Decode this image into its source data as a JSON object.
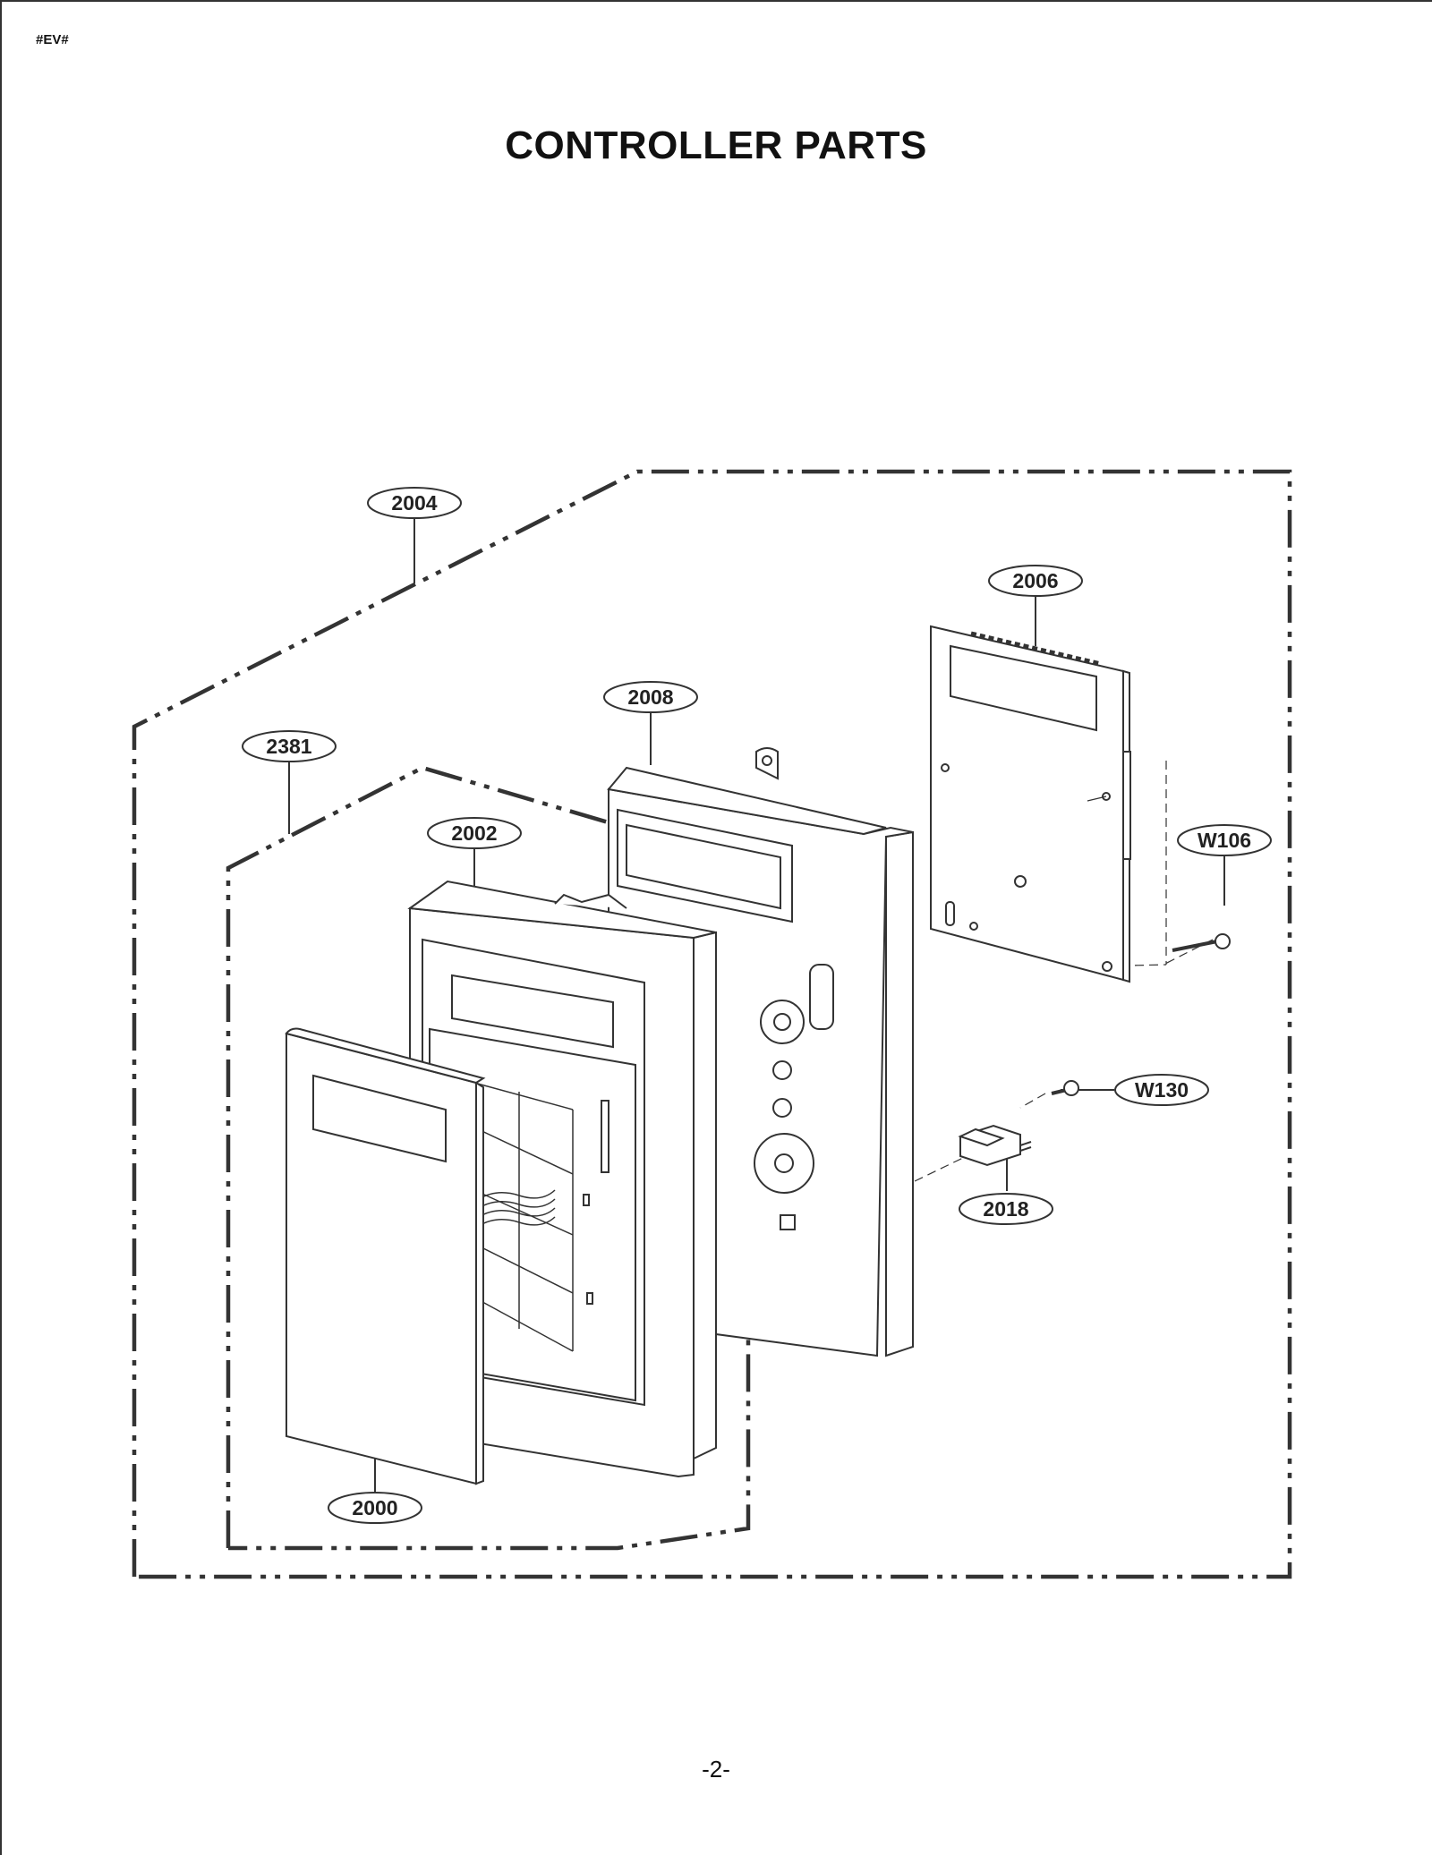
{
  "page": {
    "code": "#EV#",
    "title": "CONTROLLER PARTS",
    "page_number": "-2-"
  },
  "callouts": [
    {
      "id": "c2004",
      "label": "2004"
    },
    {
      "id": "c2006",
      "label": "2006"
    },
    {
      "id": "c2008",
      "label": "2008"
    },
    {
      "id": "c2381",
      "label": "2381"
    },
    {
      "id": "c2002",
      "label": "2002"
    },
    {
      "id": "cW106",
      "label": "W106"
    },
    {
      "id": "cW130",
      "label": "W130"
    },
    {
      "id": "c2018",
      "label": "2018"
    },
    {
      "id": "c2000",
      "label": "2000"
    }
  ]
}
